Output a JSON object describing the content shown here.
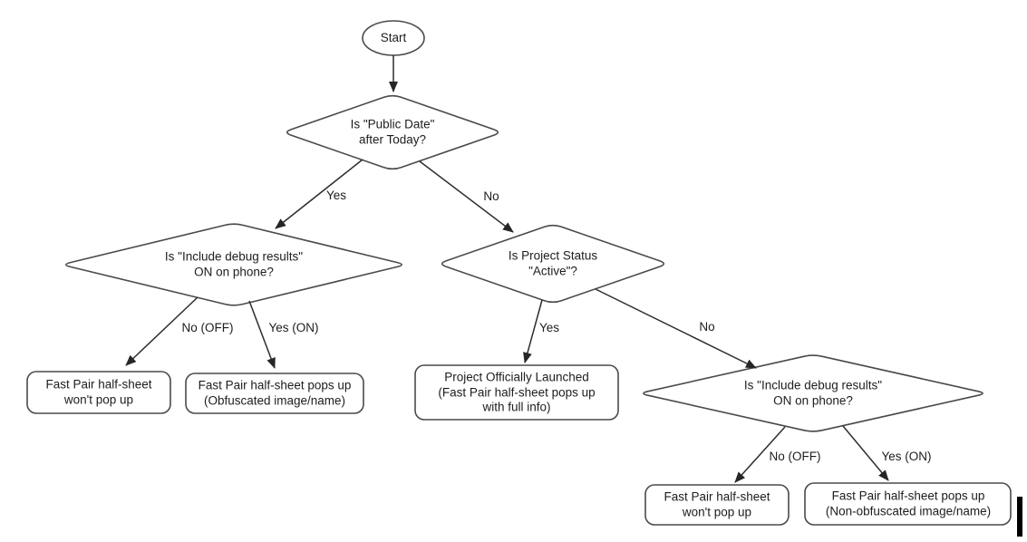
{
  "flowchart": {
    "colors": {
      "background": "#ffffff",
      "shape_fill": "#ffffff",
      "shape_stroke": "#4a4a4a",
      "edge_stroke": "#2d2d2d",
      "text": "#1d1d1d"
    },
    "nodes": {
      "start": {
        "type": "terminator",
        "label": "Start"
      },
      "public_date": {
        "type": "decision",
        "label": "Is \"Public Date\"\nafter Today?"
      },
      "debug_left": {
        "type": "decision",
        "label": "Is \"Include debug results\"\nON on phone?"
      },
      "project_status": {
        "type": "decision",
        "label": "Is Project Status\n\"Active\"?"
      },
      "debug_right": {
        "type": "decision",
        "label": "Is \"Include debug results\"\nON on phone?"
      },
      "no_popup_left": {
        "type": "result",
        "label": "Fast Pair half-sheet\nwon't pop up"
      },
      "obfuscated_popup": {
        "type": "result",
        "label": "Fast Pair half-sheet pops up\n(Obfuscated image/name)"
      },
      "launched": {
        "type": "result",
        "label": "Project Officially Launched\n(Fast Pair half-sheet pops up\nwith full info)"
      },
      "no_popup_right": {
        "type": "result",
        "label": "Fast Pair half-sheet\nwon't pop up"
      },
      "non_obfuscated_popup": {
        "type": "result",
        "label": "Fast Pair half-sheet pops up\n(Non-obfuscated image/name)"
      }
    },
    "edge_labels": {
      "public_date_yes": "Yes",
      "public_date_no": "No",
      "debug_left_no": "No (OFF)",
      "debug_left_yes": "Yes (ON)",
      "project_status_yes": "Yes",
      "project_status_no": "No",
      "debug_right_no": "No (OFF)",
      "debug_right_yes": "Yes (ON)"
    }
  }
}
